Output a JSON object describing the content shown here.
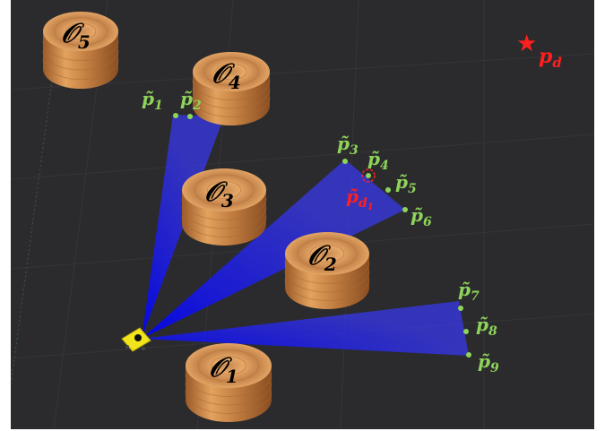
{
  "colors": {
    "background": "#2b2b2d",
    "grid": "#3a3a3d",
    "laser": "#1a1aff",
    "point": "#8fd45a",
    "point_label": "#8fd45a",
    "goal": "#ff1f1f",
    "obstacle_light": "#e8a35a",
    "obstacle_dark": "#9a5a2a",
    "robot": "#f2e41a"
  },
  "obstacles": [
    {
      "id": "o1",
      "sym": "𝒪",
      "sub": "1"
    },
    {
      "id": "o2",
      "sym": "𝒪",
      "sub": "2"
    },
    {
      "id": "o3",
      "sym": "𝒪",
      "sub": "3"
    },
    {
      "id": "o4",
      "sym": "𝒪",
      "sub": "4"
    },
    {
      "id": "o5",
      "sym": "𝒪",
      "sub": "5"
    }
  ],
  "points": [
    {
      "id": "p1",
      "sym": "p̃",
      "sub": "1"
    },
    {
      "id": "p2",
      "sym": "p̃",
      "sub": "2"
    },
    {
      "id": "p3",
      "sym": "p̃",
      "sub": "3"
    },
    {
      "id": "p4",
      "sym": "p̃",
      "sub": "4"
    },
    {
      "id": "p5",
      "sym": "p̃",
      "sub": "5"
    },
    {
      "id": "p6",
      "sym": "p̃",
      "sub": "6"
    },
    {
      "id": "p7",
      "sym": "p̃",
      "sub": "7"
    },
    {
      "id": "p8",
      "sym": "p̃",
      "sub": "8"
    },
    {
      "id": "p9",
      "sym": "p̃",
      "sub": "9"
    }
  ],
  "goal": {
    "sym": "p",
    "sub": "d",
    "icon": "star-icon"
  },
  "subgoal": {
    "sym": "p̃",
    "sub": "d",
    "subsub": "1",
    "icon": "circle-target-icon"
  },
  "robot": {
    "icon": "robot-icon"
  }
}
